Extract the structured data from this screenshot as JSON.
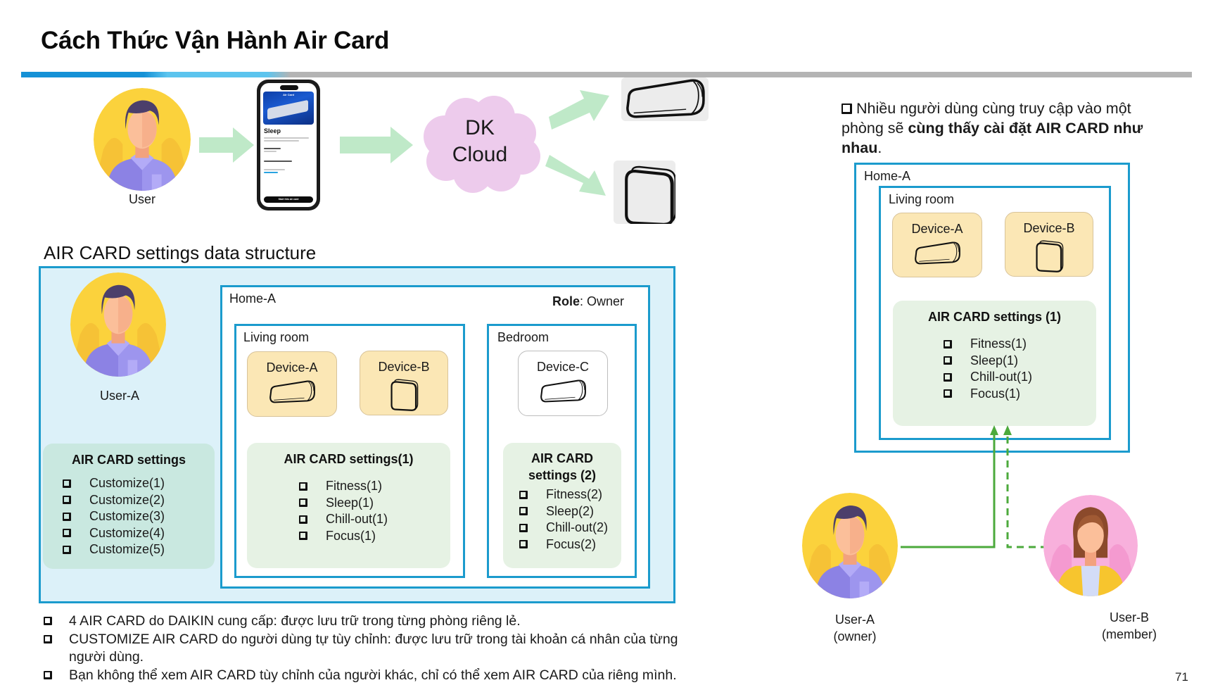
{
  "title": "Cách Thức Vận Hành Air Card",
  "flow": {
    "user_label": "User",
    "phone": {
      "header": "Air Card",
      "card_title": "Sleep",
      "cta": "Start this air card"
    },
    "cloud_lines": [
      "DK",
      "Cloud"
    ],
    "arrow_color": "#bfe9c8",
    "cloud_color": "#edcbec"
  },
  "structure": {
    "section_title": "AIR CARD settings data structure",
    "user": {
      "label": "User-A",
      "settings": {
        "title": "AIR CARD settings",
        "items": [
          "Customize(1)",
          "Customize(2)",
          "Customize(3)",
          "Customize(4)",
          "Customize(5)"
        ]
      }
    },
    "home": {
      "label": "Home-A",
      "role_key": "Role",
      "role_value": ": Owner",
      "rooms": [
        {
          "label": "Living room",
          "devices": [
            "Device-A",
            "Device-B"
          ],
          "settings": {
            "title": "AIR CARD settings(1)",
            "items": [
              "Fitness(1)",
              "Sleep(1)",
              "Chill-out(1)",
              "Focus(1)"
            ]
          }
        },
        {
          "label": "Bedroom",
          "devices": [
            "Device-C"
          ],
          "settings": {
            "title_lines": [
              "AIR CARD",
              "settings (2)"
            ],
            "items": [
              "Fitness(2)",
              "Sleep(2)",
              "Chill-out(2)",
              "Focus(2)"
            ]
          }
        }
      ]
    },
    "notes": [
      "4 AIR CARD do DAIKIN cung cấp: được lưu trữ trong từng phòng riêng lẻ.",
      "CUSTOMIZE AIR CARD do người dùng tự tùy chỉnh: được lưu trữ trong tài khoản cá nhân của từng người dùng.",
      "Bạn không thể xem AIR CARD tùy chỉnh của người khác, chỉ có thể xem AIR CARD của riêng mình."
    ]
  },
  "shared": {
    "intro_plain": "Nhiều người dùng cùng truy cập vào một phòng sẽ ",
    "intro_bold": "cùng thấy cài đặt AIR CARD như nhau",
    "intro_end": ".",
    "home_label": "Home-A",
    "room_label": "Living room",
    "devices": [
      "Device-A",
      "Device-B"
    ],
    "settings": {
      "title": "AIR CARD settings (1)",
      "items": [
        "Fitness(1)",
        "Sleep(1)",
        "Chill-out(1)",
        "Focus(1)"
      ]
    },
    "users": [
      {
        "name": "User-A",
        "role": "(owner)",
        "link": "solid"
      },
      {
        "name": "User-B",
        "role": "(member)",
        "link": "dashed"
      }
    ],
    "link_color": "#4caa3c",
    "border_color": "#1b9bcd"
  },
  "page_number": "71"
}
